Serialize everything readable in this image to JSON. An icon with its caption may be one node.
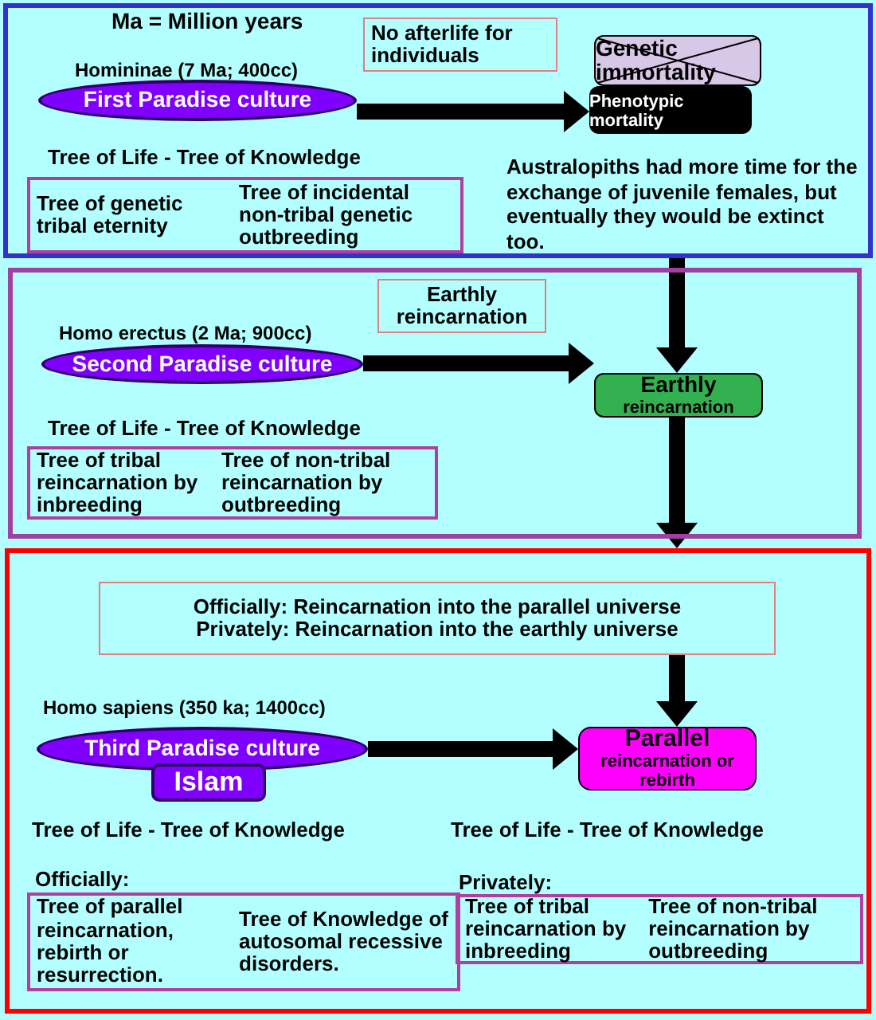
{
  "diagram": {
    "nodes": [
      {
        "text": [],
        "shape": "box"
      },
      {
        "text": [
          "First Paradise culture"
        ],
        "in": 0,
        "beside": [
          "Homininae (7 Ma; 400cc)"
        ]
      },
      {
        "text": [
          "No afterlife for individuals"
        ],
        "in": 0
      },
      {
        "text": [
          "Genetic immortality"
        ],
        "in": 0
      },
      {
        "text": [
          "Phenotypic mortality"
        ],
        "in": 0
      },
      {
        "text": [
          "Tree of genetic tribal eternity",
          "Tree of incidental non-tribal genetic outbreeding"
        ],
        "in": 0
      },
      {
        "text": [],
        "shape": "box"
      },
      {
        "text": [
          "Second Paradise culture"
        ],
        "in": 6,
        "beside": [
          "Homo erectus (2 Ma; 900cc)"
        ]
      },
      {
        "text": [
          "Earthly reincarnation"
        ],
        "in": 6
      },
      {
        "text": [
          "Earthly",
          "reincarnation"
        ],
        "in": 6
      },
      {
        "text": [
          "Tree of tribal reincarnation by inbreeding",
          "Tree of non-tribal reincarnation by outbreeding"
        ],
        "in": 6
      },
      {
        "text": [],
        "shape": "box"
      },
      {
        "text": [
          "Officially: Reincarnation into the parallel universe",
          "Privately: Reincarnation into the earthly universe"
        ],
        "in": 11
      },
      {
        "text": [
          "Third Paradise culture"
        ],
        "in": 11,
        "beside": [
          "Homo sapiens (350 ka; 1400cc)"
        ]
      },
      {
        "text": [
          "Islam"
        ],
        "in": 11
      },
      {
        "text": [
          "Parallel",
          "reincarnation or rebirth"
        ],
        "in": 11
      },
      {
        "text": [
          "Tree of parallel reincarnation, rebirth or resurrection.",
          "Tree of Knowledge of autosomal recessive disorders."
        ],
        "in": 11,
        "beside": [
          "Officially:"
        ]
      },
      {
        "text": [
          "Tree of tribal reincarnation by inbreeding",
          "Tree of non-tribal reincarnation by outbreeding"
        ],
        "in": 11,
        "beside": [
          "Privately:"
        ]
      }
    ],
    "edges": [
      {
        "from": 1,
        "to": 4,
        "arrow": "to"
      },
      {
        "from": 0,
        "to": 9,
        "arrow": "to"
      },
      {
        "from": 7,
        "to": 9,
        "arrow": "to"
      },
      {
        "from": 9,
        "to": 11,
        "arrow": "to"
      },
      {
        "from": 12,
        "to": 15,
        "arrow": "to"
      },
      {
        "from": 13,
        "to": 15,
        "arrow": "to"
      }
    ],
    "labels": [
      "Ma = Million years",
      "Tree of Life - Tree of Knowledge",
      "Australopiths had more time for the exchange of juvenile females, but eventually they would be extinct too.",
      "Tree of Life - Tree of Knowledge",
      "Tree of Life - Tree of Knowledge",
      "Tree of Life - Tree of Knowledge"
    ]
  }
}
